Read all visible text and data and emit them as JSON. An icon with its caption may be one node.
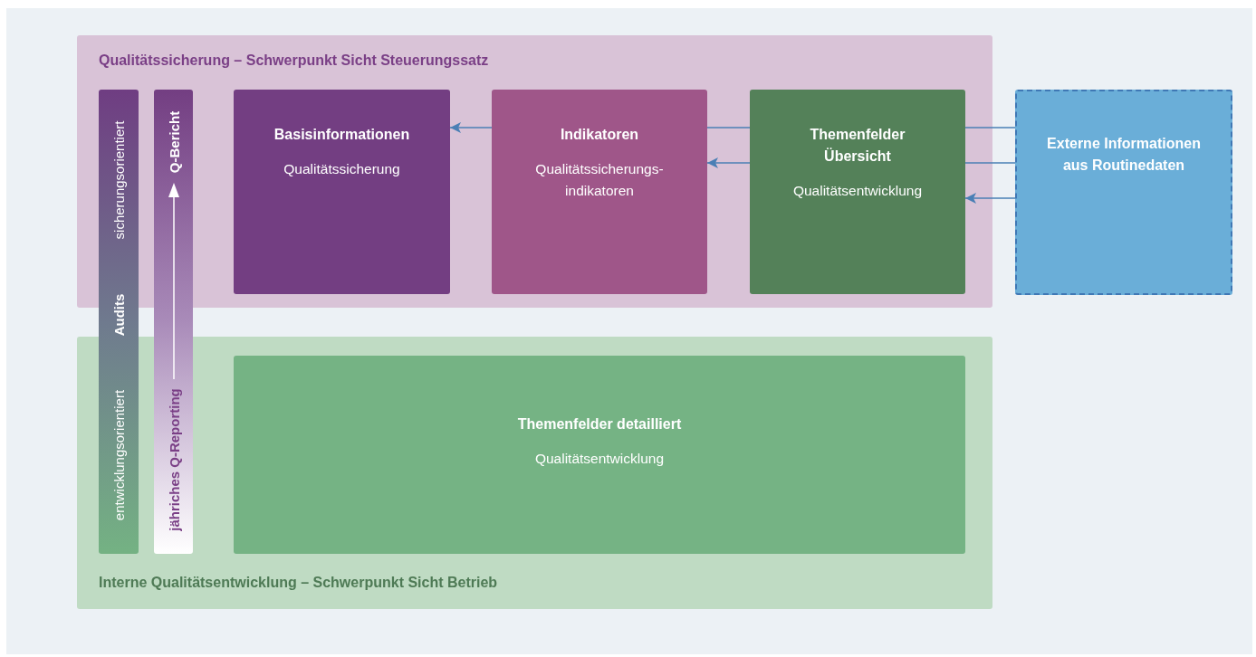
{
  "diagram": {
    "nodes": [
      {
        "text": [
          "Qualitätssicherung – Schwerpunkt Sicht Steuerungssatz"
        ]
      },
      {
        "text": [
          "Interne Qualitätsentwicklung – Schwerpunkt Sicht Betrieb"
        ]
      },
      {
        "text": [
          "sicherungsorientiert",
          "Audits",
          "entwicklungsorientiert"
        ]
      },
      {
        "text": [
          "Q-Bericht",
          "jähriches Q-Reporting"
        ]
      },
      {
        "text": [
          "Basisinformationen",
          "Qualitätssicherung"
        ],
        "in": 0
      },
      {
        "text": [
          "Indikatoren",
          "Qualitätssicherungs- indikatoren"
        ],
        "in": 0
      },
      {
        "text": [
          "Themenfelder Übersicht",
          "Qualitätsentwicklung"
        ],
        "in": 0
      },
      {
        "text": [
          "Externe Informationen aus Routinedaten"
        ]
      },
      {
        "text": [
          "Themenfelder detailliert",
          "Qualitätsentwicklung"
        ],
        "in": 1
      }
    ],
    "edges": [
      {
        "from": 7,
        "to": 6,
        "arrow": "none"
      },
      {
        "from": 6,
        "to": 5,
        "arrow": "none"
      },
      {
        "from": 5,
        "to": 4,
        "arrow": "to"
      },
      {
        "from": 7,
        "to": 6,
        "arrow": "none"
      },
      {
        "from": 6,
        "to": 5,
        "arrow": "to"
      },
      {
        "from": 7,
        "to": 6,
        "arrow": "to"
      }
    ]
  }
}
